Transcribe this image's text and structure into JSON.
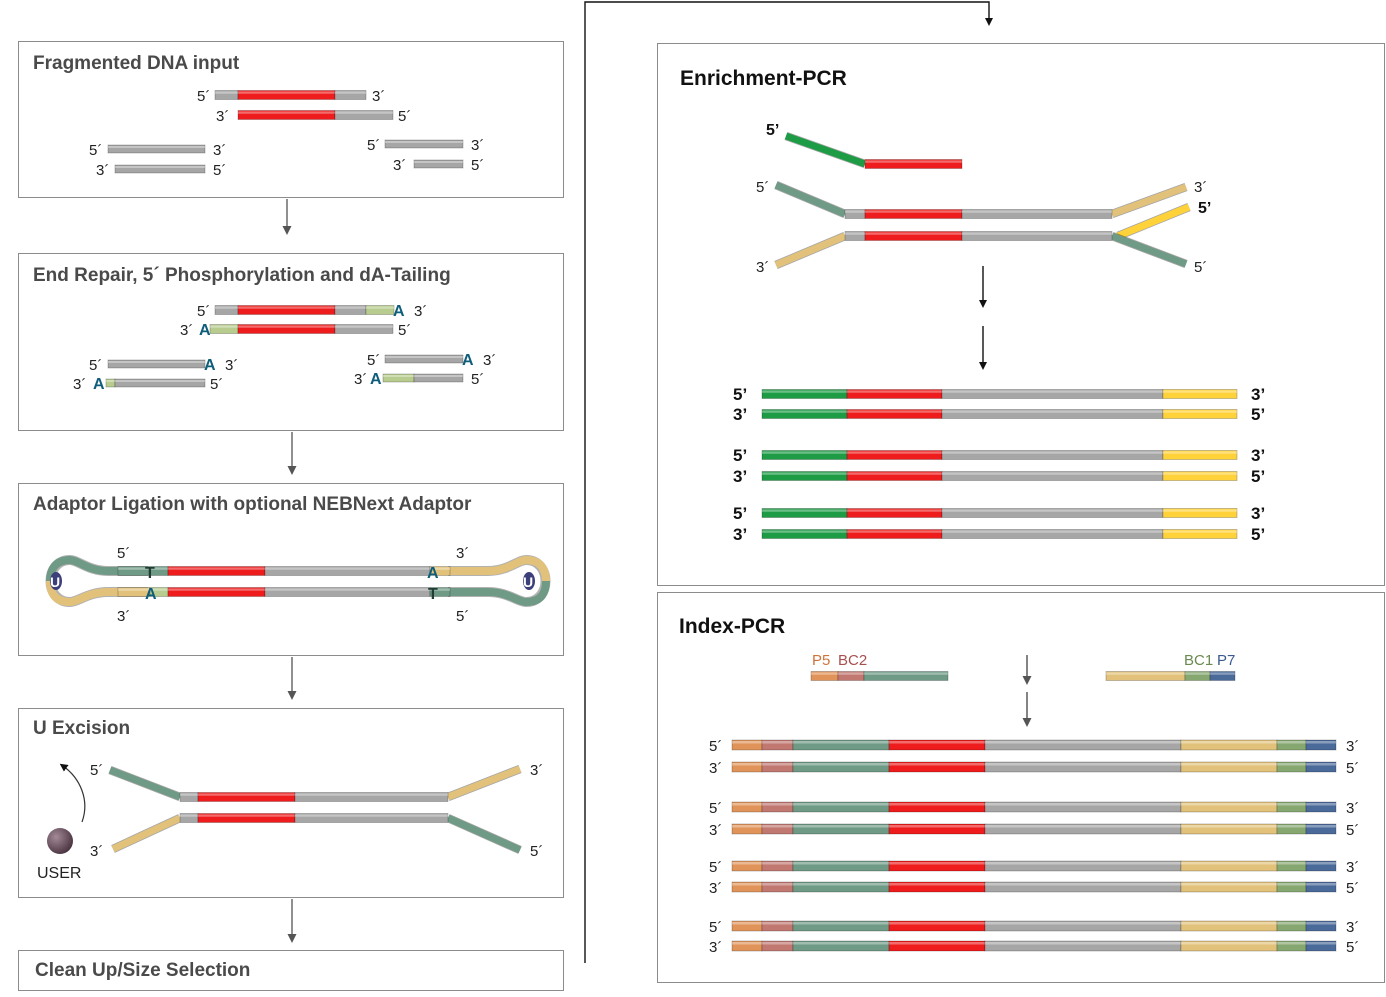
{
  "left": {
    "step1": {
      "title": "Fragmented DNA input"
    },
    "step2": {
      "title": "End Repair, 5´ Phosphorylation and dA-Tailing"
    },
    "step3": {
      "title": "Adaptor Ligation with optional NEBNext Adaptor"
    },
    "step4": {
      "title": "U Excision",
      "enzyme_label": "USER"
    },
    "step5": {
      "title": "Clean Up/Size Selection"
    }
  },
  "right": {
    "enrichment": {
      "title": "Enrichment-PCR"
    },
    "index": {
      "title": "Index-PCR",
      "primer_labels": {
        "p5": "P5",
        "bc2": "BC2",
        "bc1": "BC1",
        "p7": "P7"
      }
    }
  },
  "end_labels": {
    "five": "5´",
    "three": "3´",
    "five_bold": "5’",
    "three_bold": "3’"
  },
  "bases": {
    "a": "A",
    "t": "T",
    "u": "U"
  },
  "colors": {
    "insert": "#ee1c1c",
    "dna_gray": "#a6a6a6",
    "adaptor_green": "#6f9a86",
    "adaptor_yellow": "#e2c27a",
    "primer_green": "#1e9c45",
    "primer_yellow": "#ffd23a",
    "p5_orange": "#e0945a",
    "bc2_red": "#c07870",
    "bc1_green": "#86a870",
    "p7_blue": "#4a6a9a",
    "a_tail": "#b7cc8e",
    "base_letter": "#0e5d7a"
  }
}
